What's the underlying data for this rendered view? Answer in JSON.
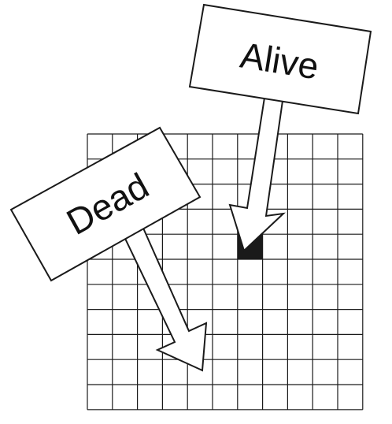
{
  "diagram": {
    "grid": {
      "rows": 11,
      "cols": 11,
      "alive_cell": {
        "row": 4,
        "col": 6
      }
    },
    "labels": {
      "alive": "Alive",
      "dead": "Dead"
    },
    "colors": {
      "line": "#1a1a1a",
      "alive_cell": "#1a1a1a",
      "dead_cell": "#ffffff",
      "sign_fill": "#ffffff"
    }
  }
}
